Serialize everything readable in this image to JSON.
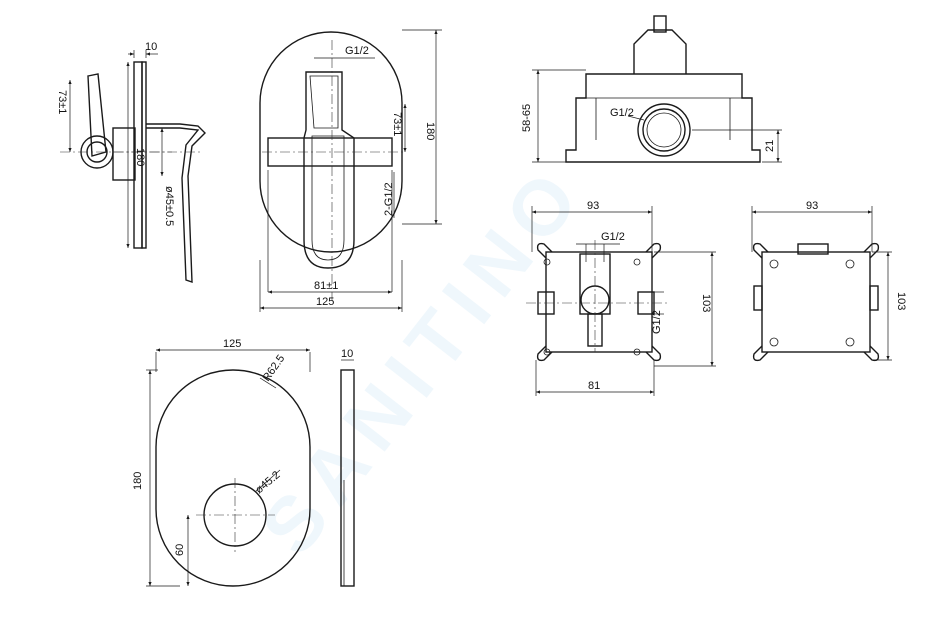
{
  "watermark": "SANITINO",
  "views": {
    "side_view": {
      "width": "10",
      "height": "180",
      "offset": "73±1",
      "diameter": "ø45±0.5"
    },
    "front_view": {
      "thread": "G1/2",
      "offset": "73±1",
      "height": "180",
      "thread_pair": "2-G1/2",
      "spacing": "81±1",
      "width": "125"
    },
    "cover_plate": {
      "width": "125",
      "radius": "R62.5",
      "thickness": "10",
      "height": "180",
      "hole": "ø45.2",
      "hole_offset": "60"
    },
    "box_side": {
      "depth": "58-65",
      "thread": "G1/2",
      "offset": "21"
    },
    "box_front": {
      "width": "93",
      "thread_top": "G1/2",
      "height": "103",
      "thread_side": "G1/2",
      "inner": "81"
    },
    "box_back": {
      "width": "93",
      "height": "103"
    }
  }
}
